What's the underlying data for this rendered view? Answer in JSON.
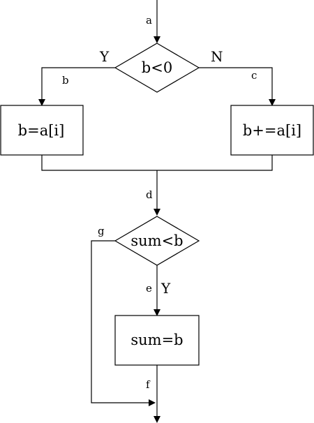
{
  "diagram": {
    "nodes": {
      "decision_b_lt_0": "b<0",
      "process_b_equals": "b=a[i]",
      "process_b_plus_equals": "b+=a[i]",
      "decision_sum_lt_b": "sum<b",
      "process_sum_equals": "sum=b"
    },
    "edge_labels": {
      "a": "a",
      "b": "b",
      "c": "c",
      "d": "d",
      "e": "e",
      "f": "f",
      "g": "g"
    },
    "branch_labels": {
      "yes_left": "Y",
      "no_right": "N",
      "yes_down": "Y"
    }
  }
}
